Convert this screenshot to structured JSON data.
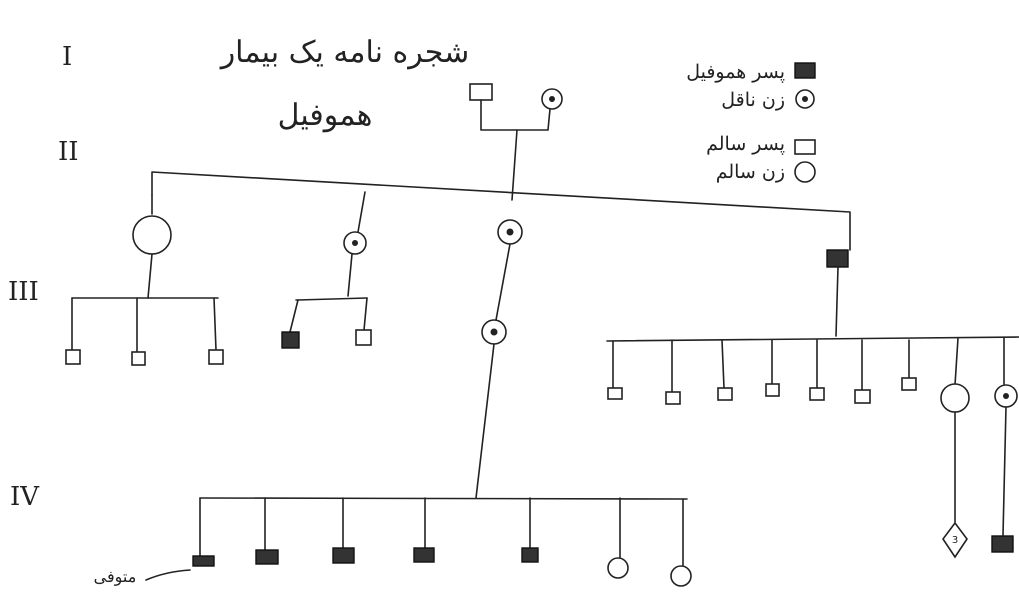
{
  "title": {
    "line1": "شجره نامه یک بیمار",
    "line2": "هموفیل"
  },
  "generations": [
    "I",
    "II",
    "III",
    "IV"
  ],
  "legend": [
    {
      "symbol": "square-affected",
      "label": "پسر هموفیل"
    },
    {
      "symbol": "circle-carrier",
      "label": "زن ناقل"
    },
    {
      "symbol": "square-healthy",
      "label": "پسر سالم"
    },
    {
      "symbol": "circle-healthy",
      "label": "زن سالم"
    }
  ],
  "diamond_count": "3",
  "note": "متوفی",
  "colors": {
    "ink": "#222222",
    "affected_fill": "#333333",
    "paper": "#ffffff"
  }
}
